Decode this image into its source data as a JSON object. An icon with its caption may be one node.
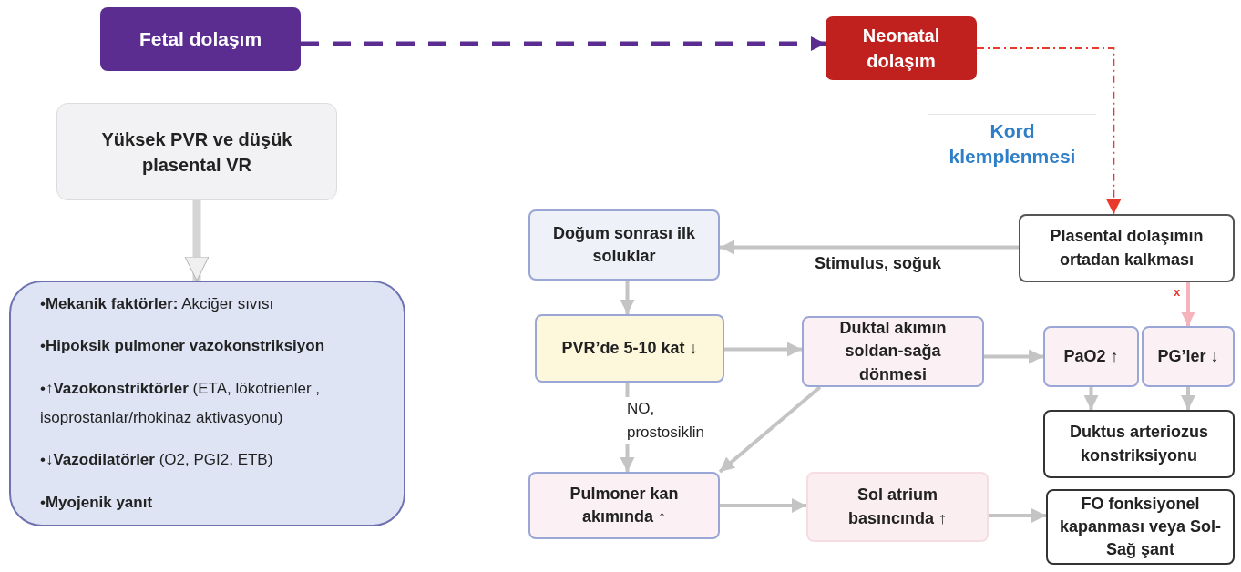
{
  "diagram": {
    "nodes": [
      {
        "text": [
          "Fetal dolaşım"
        ]
      },
      {
        "text": [
          "Neonatal dolaşım"
        ]
      },
      {
        "text": [
          "Yüksek PVR ve düşük plasental VR"
        ]
      },
      {
        "text": [
          "•**Mekanik faktörler:** Akciğer sıvısı",
          "•**Hipoksik pulmoner vazokonstriksiyon**",
          "•↑**Vazokonstriktörler** (ETA, lökotrienler , isoprostanlar/rhokinaz aktivasyonu)",
          "•↓**Vazodilatörler** (O2, PGI2, ETB)",
          "•**Myojenik yanıt**"
        ]
      },
      {
        "text": [
          "Doğum sonrası ilk soluklar"
        ]
      },
      {
        "text": [
          "Plasental dolaşımın ortadan kalkması"
        ]
      },
      {
        "text": [
          "PVR’de 5-10 kat ↓"
        ]
      },
      {
        "text": [
          "Duktal akımın soldan-sağa dönmesi"
        ]
      },
      {
        "text": [
          "PaO2 ↑"
        ]
      },
      {
        "text": [
          "PG’ler ↓"
        ]
      },
      {
        "text": [
          "Duktus arteriozus konstriksiyonu"
        ]
      },
      {
        "text": [
          "Pulmoner kan akımında ↑"
        ]
      },
      {
        "text": [
          "Sol atrium basıncında ↑"
        ]
      },
      {
        "text": [
          "FO fonksiyonel kapanması veya Sol-Sağ şant"
        ]
      }
    ],
    "edges": [
      {
        "from": 0,
        "to": 1,
        "arrow": "to",
        "style": "dashed",
        "color": "#5b2d91"
      },
      {
        "from": 1,
        "to": 5,
        "arrow": "to",
        "style": "dashed",
        "color": "#e8392b",
        "label": "Kord klemplenmesi"
      },
      {
        "from": 2,
        "to": 3,
        "arrow": "to",
        "style": "thick"
      },
      {
        "from": 5,
        "to": 4,
        "arrow": "to",
        "label": "Stimulus, soğuk"
      },
      {
        "from": 4,
        "to": 6,
        "arrow": "to"
      },
      {
        "from": 6,
        "to": 7,
        "arrow": "to"
      },
      {
        "from": 6,
        "to": 11,
        "arrow": "to",
        "label": "NO, prostosiklin"
      },
      {
        "from": 7,
        "to": 11,
        "arrow": "to"
      },
      {
        "from": 7,
        "to": 8,
        "arrow": "to"
      },
      {
        "from": 5,
        "to": 9,
        "arrow": "to",
        "color": "#f5b3bc",
        "label": "x"
      },
      {
        "from": 8,
        "to": 10,
        "arrow": "to"
      },
      {
        "from": 9,
        "to": 10,
        "arrow": "to"
      },
      {
        "from": 11,
        "to": 12,
        "arrow": "to"
      },
      {
        "from": 12,
        "to": 13,
        "arrow": "to"
      }
    ]
  }
}
